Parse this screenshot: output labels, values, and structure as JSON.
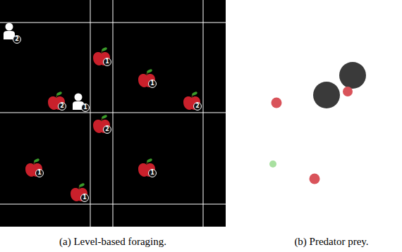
{
  "diagram": {
    "labels": [
      "2",
      "1",
      "1",
      "2",
      "1",
      "2",
      "2",
      "1",
      "1",
      "1",
      "(a) Level-based foraging.",
      "(b) Predator prey."
    ]
  }
}
